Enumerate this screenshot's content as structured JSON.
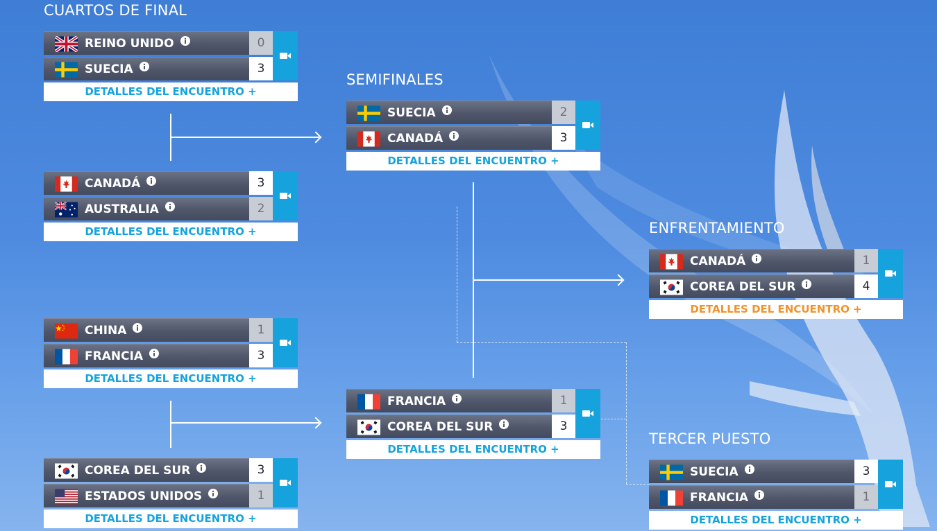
{
  "titles": {
    "quarters": "CUARTOS DE FINAL",
    "semis": "SEMIFINALES",
    "final": "ENFRENTAMIENTO",
    "third": "TERCER PUESTO"
  },
  "details_label": "DETALLES DEL ENCUENTRO +",
  "colors": {
    "accent": "#16a3dd",
    "final_accent": "#f3922a",
    "team_bar": "#4f5669",
    "background": "#4e8be0"
  },
  "matches": {
    "qf1": {
      "team1": {
        "name": "REINO UNIDO",
        "flag": "gb-flag",
        "score": "0",
        "winner": false
      },
      "team2": {
        "name": "SUECIA",
        "flag": "se-flag",
        "score": "3",
        "winner": true
      }
    },
    "qf2": {
      "team1": {
        "name": "CANADÁ",
        "flag": "ca-flag",
        "score": "3",
        "winner": true
      },
      "team2": {
        "name": "AUSTRALIA",
        "flag": "au-flag",
        "score": "2",
        "winner": false
      }
    },
    "qf3": {
      "team1": {
        "name": "CHINA",
        "flag": "cn-flag",
        "score": "1",
        "winner": false
      },
      "team2": {
        "name": "FRANCIA",
        "flag": "fr-flag",
        "score": "3",
        "winner": true
      }
    },
    "qf4": {
      "team1": {
        "name": "COREA DEL SUR",
        "flag": "kr-flag",
        "score": "3",
        "winner": true
      },
      "team2": {
        "name": "ESTADOS UNIDOS",
        "flag": "us-flag",
        "score": "1",
        "winner": false
      }
    },
    "sf1": {
      "team1": {
        "name": "SUECIA",
        "flag": "se-flag",
        "score": "2",
        "winner": false
      },
      "team2": {
        "name": "CANADÁ",
        "flag": "ca-flag",
        "score": "3",
        "winner": true
      }
    },
    "sf2": {
      "team1": {
        "name": "FRANCIA",
        "flag": "fr-flag",
        "score": "1",
        "winner": false
      },
      "team2": {
        "name": "COREA DEL SUR",
        "flag": "kr-flag",
        "score": "3",
        "winner": true
      }
    },
    "final": {
      "team1": {
        "name": "CANADÁ",
        "flag": "ca-flag",
        "score": "1",
        "winner": false
      },
      "team2": {
        "name": "COREA DEL SUR",
        "flag": "kr-flag",
        "score": "4",
        "winner": true
      }
    },
    "third": {
      "team1": {
        "name": "SUECIA",
        "flag": "se-flag",
        "score": "3",
        "winner": true
      },
      "team2": {
        "name": "FRANCIA",
        "flag": "fr-flag",
        "score": "1",
        "winner": false
      }
    }
  }
}
